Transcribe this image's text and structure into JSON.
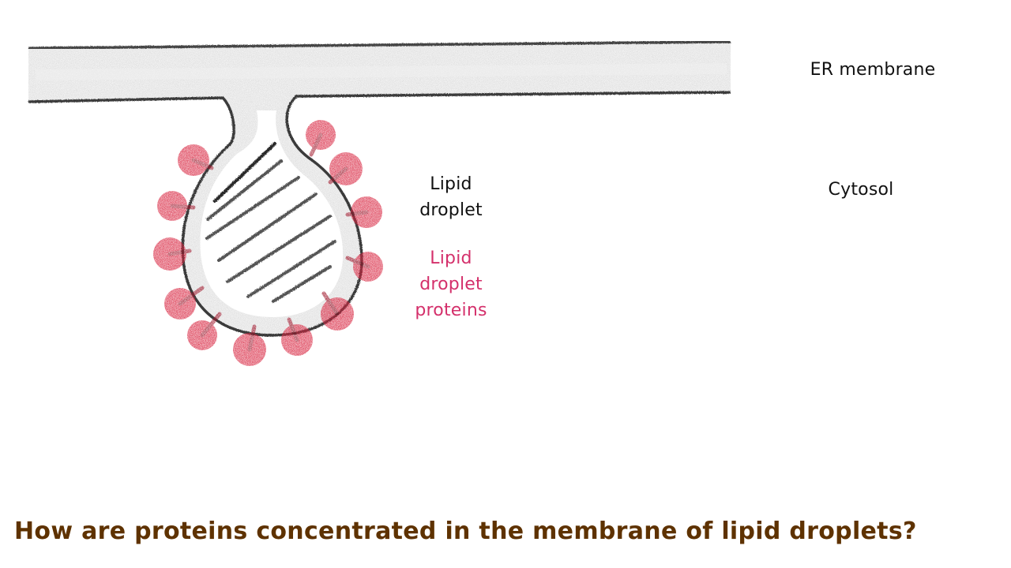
{
  "labels": {
    "er_membrane": "ER membrane",
    "cytosol": "Cytosol",
    "lipid_droplet": [
      "Lipid",
      "droplet"
    ],
    "lipid_droplet_proteins": [
      "Lipid",
      "droplet",
      "proteins"
    ]
  },
  "question": "How are proteins concentrated in the membrane of lipid droplets?",
  "colors": {
    "membrane_fill": "#d9d9d9",
    "membrane_outline": "#3a3a3a",
    "protein": "#d8243f",
    "protein_anchor": "#a0182c",
    "question_text": "#5e3200",
    "protein_label": "#d4306b"
  }
}
